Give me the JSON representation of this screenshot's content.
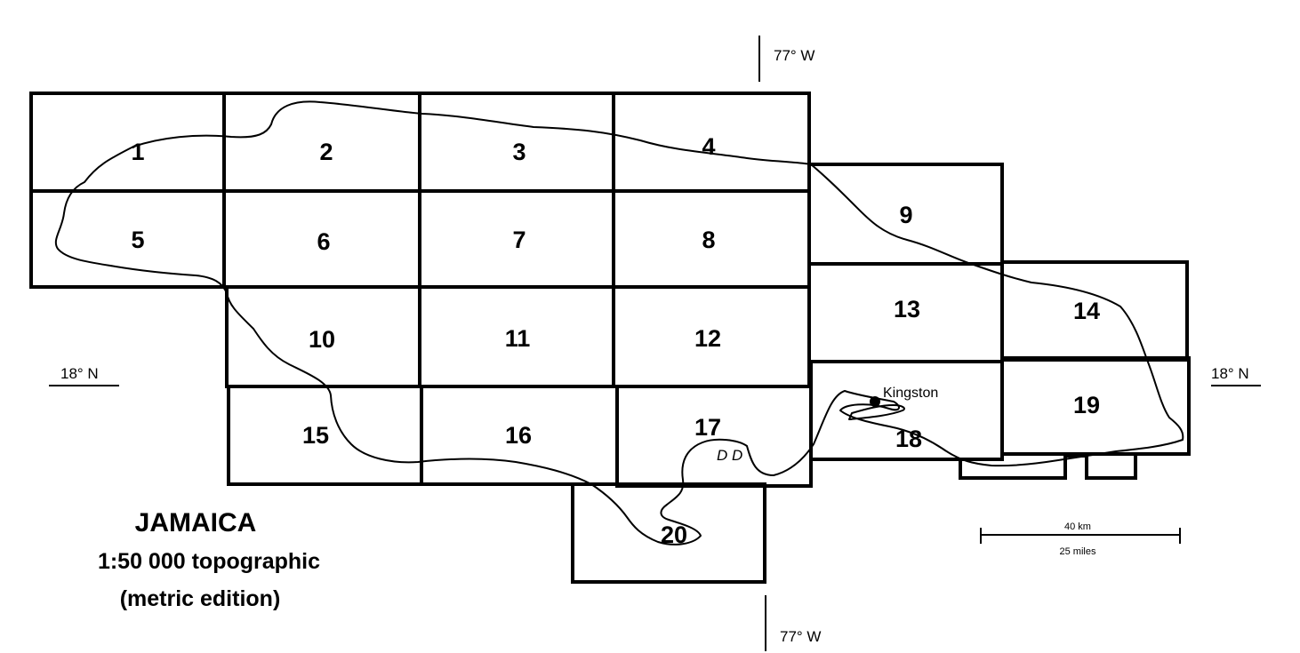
{
  "map": {
    "title": "JAMAICA",
    "subtitle": "1:50 000 topographic",
    "edition": "(metric edition)",
    "sheets": [
      {
        "id": "1",
        "label": "1"
      },
      {
        "id": "2",
        "label": "2"
      },
      {
        "id": "3",
        "label": "3"
      },
      {
        "id": "4",
        "label": "4"
      },
      {
        "id": "5",
        "label": "5"
      },
      {
        "id": "6",
        "label": "6"
      },
      {
        "id": "7",
        "label": "7"
      },
      {
        "id": "8",
        "label": "8"
      },
      {
        "id": "9",
        "label": "9"
      },
      {
        "id": "10",
        "label": "10"
      },
      {
        "id": "11",
        "label": "11"
      },
      {
        "id": "12",
        "label": "12"
      },
      {
        "id": "13",
        "label": "13"
      },
      {
        "id": "14",
        "label": "14"
      },
      {
        "id": "15",
        "label": "15"
      },
      {
        "id": "16",
        "label": "16"
      },
      {
        "id": "17",
        "label": "17"
      },
      {
        "id": "18",
        "label": "18"
      },
      {
        "id": "19",
        "label": "19"
      },
      {
        "id": "20",
        "label": "20"
      }
    ],
    "gridlines": {
      "meridian": "77° W",
      "parallel": "18° N"
    },
    "places": [
      {
        "name": "Kingston"
      }
    ],
    "scale_bar": {
      "metric": "40 km",
      "imperial": "25 miles"
    },
    "reef_marks": "D D"
  }
}
